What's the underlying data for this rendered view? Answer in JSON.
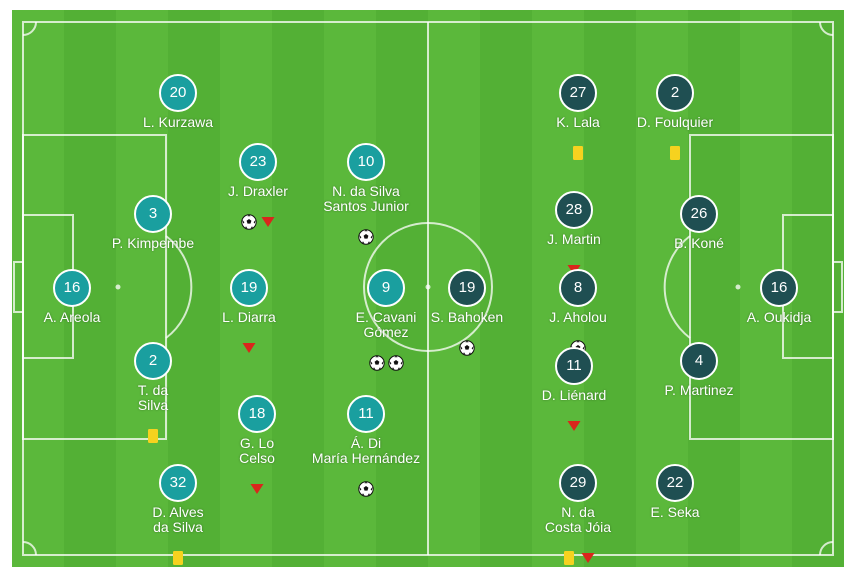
{
  "colors": {
    "home": "#1a9f9f",
    "away": "#1f4f52",
    "pitch_light": "#5bb83b",
    "pitch_dark": "#53b035"
  },
  "icons": {
    "goal": "football-icon",
    "yellow": "yellow-card-icon",
    "sub": "substitution-icon"
  },
  "home": {
    "p16": {
      "number": "16",
      "name": "A. Areola",
      "events": []
    },
    "p20": {
      "number": "20",
      "name": "L. Kurzawa",
      "events": []
    },
    "p3": {
      "number": "3",
      "name": "P. Kimpembe",
      "events": []
    },
    "p2": {
      "number": "2",
      "name": "T. da\nSilva",
      "events": [
        "yellow"
      ]
    },
    "p32": {
      "number": "32",
      "name": "D. Alves\nda Silva",
      "events": [
        "yellow"
      ]
    },
    "p23": {
      "number": "23",
      "name": "J. Draxler",
      "events": [
        "goal",
        "sub"
      ]
    },
    "p19": {
      "number": "19",
      "name": "L. Diarra",
      "events": [
        "sub"
      ]
    },
    "p18": {
      "number": "18",
      "name": "G. Lo\nCelso",
      "events": [
        "sub"
      ]
    },
    "p10": {
      "number": "10",
      "name": "N. da Silva\nSantos Junior",
      "events": [
        "goal"
      ]
    },
    "p9": {
      "number": "9",
      "name": "E. Cavani\nGómez",
      "events": [
        "goal",
        "goal"
      ]
    },
    "p11": {
      "number": "11",
      "name": "Á. Di\nMaría Hernández",
      "events": [
        "goal"
      ]
    }
  },
  "away": {
    "p16": {
      "number": "16",
      "name": "A. Oukidja",
      "events": []
    },
    "p2": {
      "number": "2",
      "name": "D. Foulquier",
      "events": [
        "yellow"
      ]
    },
    "p26": {
      "number": "26",
      "name": "B. Koné",
      "events": []
    },
    "p4": {
      "number": "4",
      "name": "P. Martinez",
      "events": []
    },
    "p22": {
      "number": "22",
      "name": "E. Seka",
      "events": []
    },
    "p27": {
      "number": "27",
      "name": "K. Lala",
      "events": [
        "yellow"
      ]
    },
    "p28": {
      "number": "28",
      "name": "J. Martin",
      "events": [
        "sub"
      ]
    },
    "p8": {
      "number": "8",
      "name": "J. Aholou",
      "events": [
        "goal"
      ]
    },
    "p11": {
      "number": "11",
      "name": "D. Liénard",
      "events": [
        "sub"
      ]
    },
    "p29": {
      "number": "29",
      "name": "N. da\nCosta Jóia",
      "events": [
        "yellow",
        "sub"
      ]
    },
    "p19": {
      "number": "19",
      "name": "S. Bahoken",
      "events": [
        "goal"
      ]
    }
  }
}
